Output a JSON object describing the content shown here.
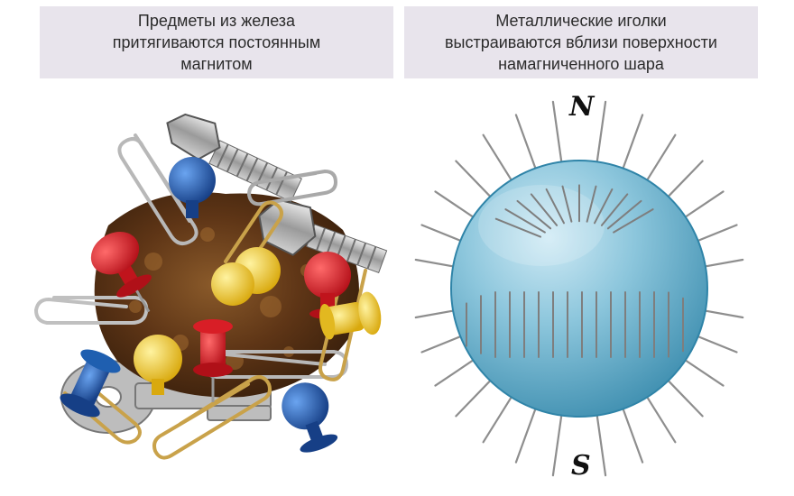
{
  "left_panel": {
    "caption": "Предметы из железа\nпритягиваются постоянным\nмагнитом",
    "objects": [
      "rusty-magnet",
      "paper-clips",
      "push-pins",
      "bolts",
      "keys"
    ]
  },
  "right_panel": {
    "caption": "Металлические иголки\nвыстраиваются вблизи поверхности\nнамагниченного шара",
    "north_label": "N",
    "south_label": "S"
  },
  "colors": {
    "caption_bg": "#e8e4ec",
    "sphere": "#8cc6dc",
    "rust": "#6b3d1c",
    "pin_red": "#d81e26",
    "pin_blue": "#1f5fb0",
    "pin_yellow": "#f2cd2a"
  }
}
